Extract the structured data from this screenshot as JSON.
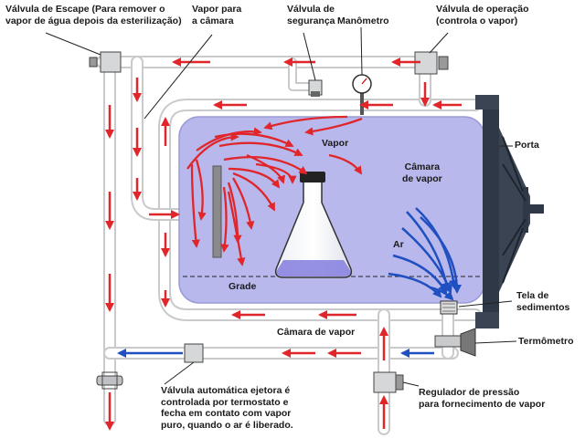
{
  "labels": {
    "escape_valve": [
      "Válvula de Escape (Para remover o",
      "vapor de água depois da esterilização)"
    ],
    "steam_to_chamber": [
      "Vapor para",
      "a câmara"
    ],
    "safety_valve": [
      "Válvula de",
      "segurança"
    ],
    "pressure_gauge": "Manômetro",
    "operating_valve": [
      "Válvula de operação",
      "(controla o vapor)"
    ],
    "door": "Porta",
    "steam": "Vapor",
    "steam_chamber": [
      "Câmara",
      "de vapor"
    ],
    "air": "Ar",
    "rack": "Grade",
    "sediment_screen": [
      "Tela de",
      "sedimentos"
    ],
    "jacket_chamber": "Câmara de vapor",
    "thermometer": "Termômetro",
    "ejector_valve": [
      "Válvula automática ejetora é",
      "controlada por termostato e",
      "fecha em contato com vapor",
      "puro, quando o ar é liberado."
    ],
    "pressure_regulator": [
      "Regulador de pressão",
      "para fornecimento de vapor"
    ]
  },
  "colors": {
    "steam_arrow": "#e0262a",
    "air_arrow": "#1f4fc0",
    "chamber_fill": "#b8b8ec",
    "pipe": "#c9cacc",
    "door": "#2f3847"
  }
}
